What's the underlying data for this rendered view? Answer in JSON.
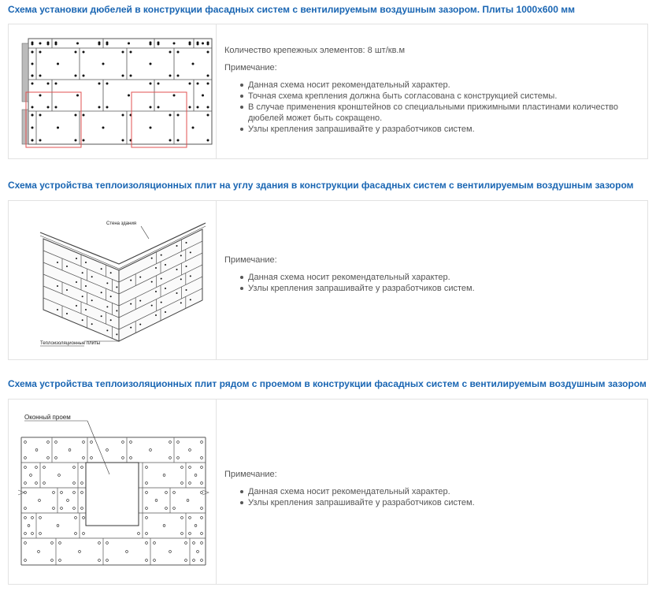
{
  "sections": [
    {
      "title": "Схема установки дюбелей в конструкции фасадных систем с вентилируемым воздушным зазором. Плиты 1000х600 мм",
      "count_text": "Количество крепежных элементов: 8 шт/кв.м",
      "note_label": "Примечание:",
      "notes": [
        "Данная схема носит рекомендательный характер.",
        "Точная схема крепления должна быть согласована с конструкцией системы.",
        "В случае применения кронштейнов со специальными прижимными пластинами количество дюбелей может быть сокращено.",
        "Узлы крепления запрашивайте у разработчиков систем."
      ]
    },
    {
      "title": "Схема устройства теплоизоляционных плит на углу здания в конструкции фасадных систем с вентилируемым воздушным зазором",
      "diagram_labels": {
        "wall": "Стена здания",
        "plates": "Теплоизоляционные плиты"
      },
      "note_label": "Примечание:",
      "notes": [
        "Данная схема носит рекомендательный характер.",
        "Узлы крепления запрашивайте у разработчиков систем."
      ]
    },
    {
      "title": "Схема устройства теплоизоляционных плит рядом с проемом в конструкции фасадных систем с вентилируемым воздушным зазором",
      "diagram_labels": {
        "window": "Оконный проем"
      },
      "note_label": "Примечание:",
      "notes": [
        "Данная схема носит рекомендательный характер.",
        "Узлы крепления запрашивайте у разработчиков систем."
      ]
    }
  ]
}
